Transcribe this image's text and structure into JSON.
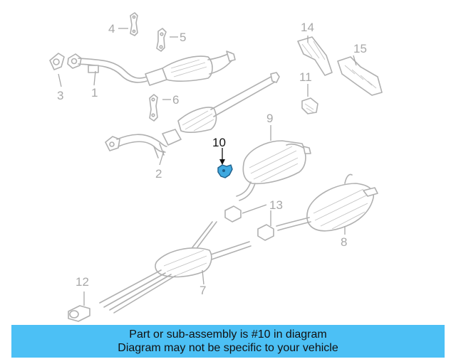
{
  "callouts": {
    "c1": "1",
    "c2": "2",
    "c3": "3",
    "c4": "4",
    "c5": "5",
    "c6": "6",
    "c7": "7",
    "c8": "8",
    "c9": "9",
    "c10": "10",
    "c11": "11",
    "c12": "12",
    "c13": "13",
    "c14": "14",
    "c15": "15"
  },
  "highlighted_part": "10",
  "colors": {
    "banner": "#4cc0f5",
    "highlight": "#3fa9e0",
    "parts": "#b0b0b0"
  },
  "banner": {
    "line1": "Part or sub-assembly is #10 in diagram",
    "line2": "Diagram may not be specific to your vehicle"
  }
}
